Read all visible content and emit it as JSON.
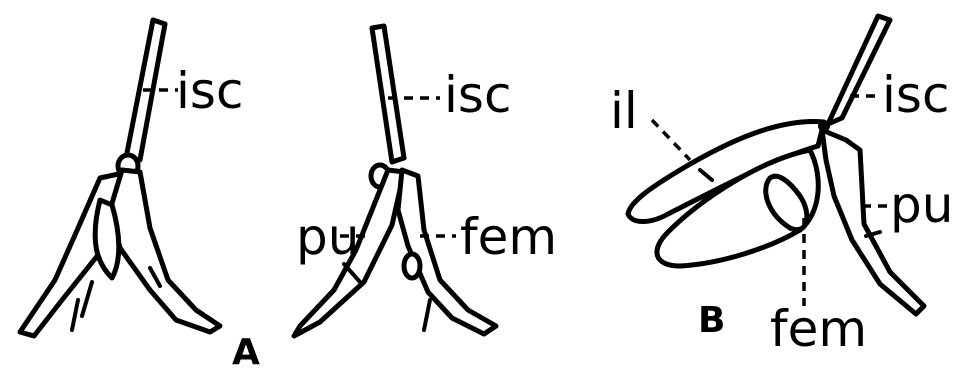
{
  "panels": {
    "A": {
      "letter": "A",
      "left_labels": {
        "isc": "isc"
      },
      "right_labels": {
        "isc": "isc",
        "pu": "pu",
        "fem": "fem"
      }
    },
    "B": {
      "letter": "B",
      "labels": {
        "il": "il",
        "isc": "isc",
        "pu": "pu",
        "fem": "fem"
      }
    }
  },
  "colors": {
    "ink": "#000000",
    "paper": "#ffffff"
  }
}
